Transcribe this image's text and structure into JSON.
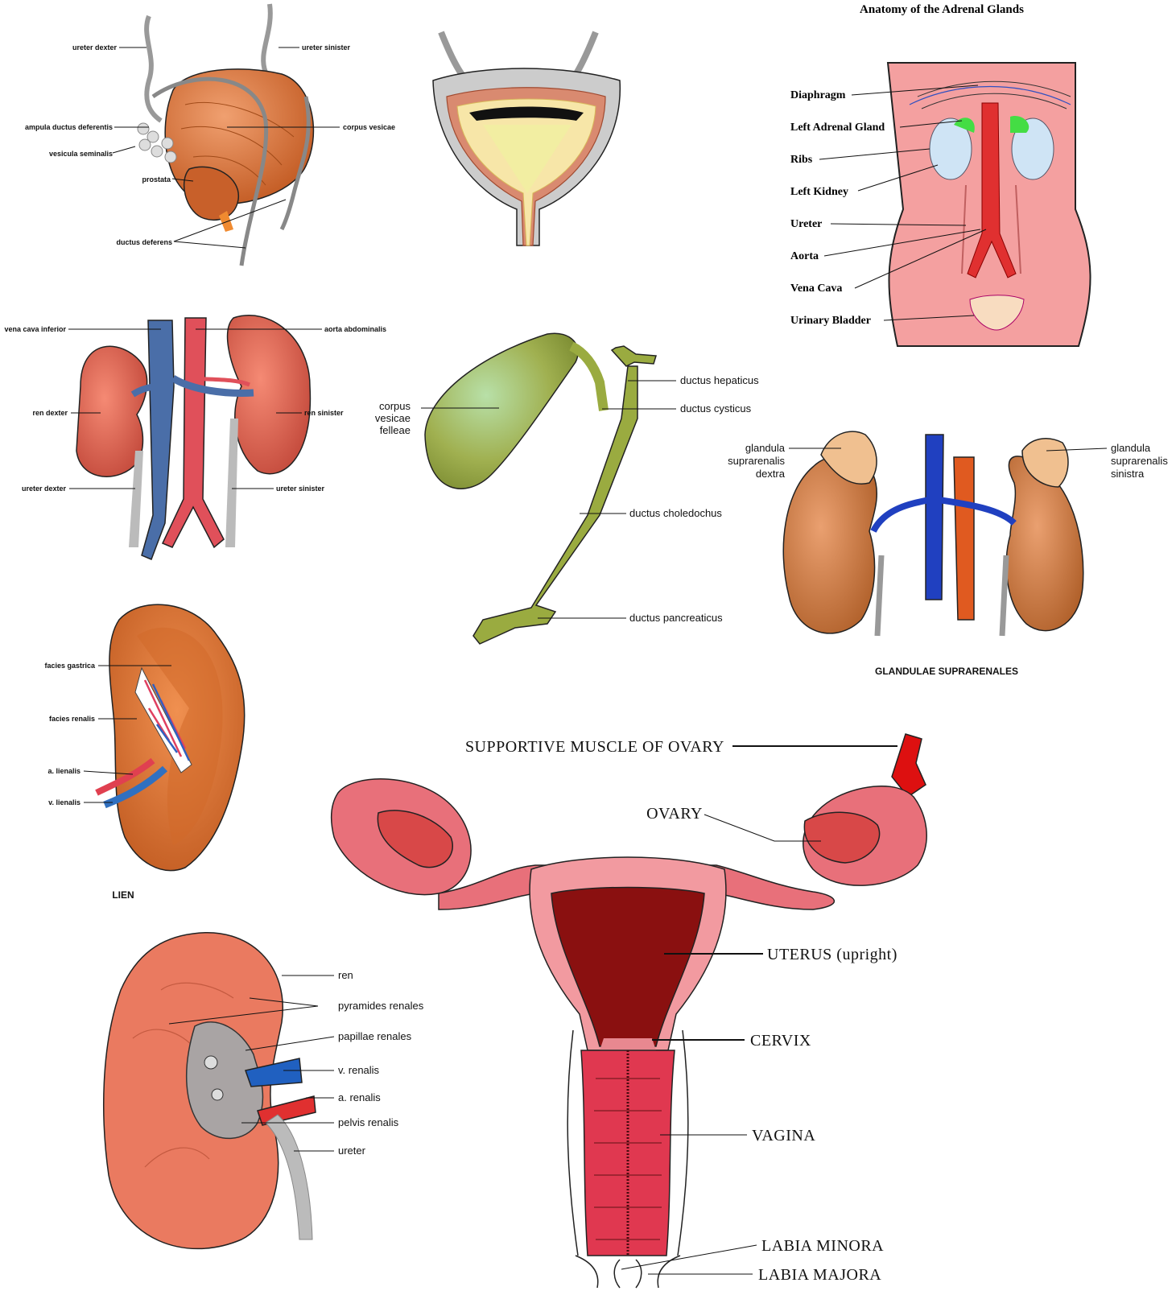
{
  "bladder_prostate": {
    "labels": {
      "ureter_dexter": "ureter dexter",
      "ureter_sinister": "ureter sinister",
      "ampula": "ampula ductus deferentis",
      "vesicula": "vesicula seminalis",
      "prostata": "prostata",
      "corpus_vesicae": "corpus vesicae",
      "ductus_deferens": "ductus deferens"
    }
  },
  "kidneys_vessels": {
    "labels": {
      "vena_cava": "vena cava inferior",
      "aorta": "aorta abdominalis",
      "ren_dexter": "ren  dexter",
      "ren_sinister": "ren sinister",
      "ureter_dexter": "ureter dexter",
      "ureter_sinister": "ureter sinister"
    }
  },
  "gallbladder": {
    "labels": {
      "corpus_line1": "corpus",
      "corpus_line2": "vesicae",
      "corpus_line3": "felleae",
      "hepaticus": "ductus hepaticus",
      "cysticus": "ductus cysticus",
      "choledochus": "ductus choledochus",
      "pancreaticus": "ductus pancreaticus"
    }
  },
  "adrenal_anatomy": {
    "title": "Anatomy of the Adrenal Glands",
    "labels": {
      "diaphragm": "Diaphragm",
      "left_adrenal": "Left Adrenal Gland",
      "ribs": "Ribs",
      "left_kidney": "Left Kidney",
      "ureter": "Ureter",
      "aorta": "Aorta",
      "vena_cava": "Vena Cava",
      "bladder": "Urinary Bladder"
    }
  },
  "suprarenal": {
    "caption": "GLANDULAE SUPRARENALES",
    "labels": {
      "dextra_l1": "glandula",
      "dextra_l2": "suprarenalis",
      "dextra_l3": "dextra",
      "sinistra_l1": "glandula",
      "sinistra_l2": "suprarenalis",
      "sinistra_l3": "sinistra"
    }
  },
  "spleen": {
    "caption": "LIEN",
    "labels": {
      "gastrica": "facies gastrica",
      "renalis": "facies renalis",
      "a_lienalis": "a. lienalis",
      "v_lienalis": "v. lienalis"
    }
  },
  "kidney_section": {
    "labels": {
      "ren": "ren",
      "pyramides": "pyramides renales",
      "papillae": "papillae renales",
      "v_renalis": "v. renalis",
      "a_renalis": "a. renalis",
      "pelvis": "pelvis renalis",
      "ureter": "ureter"
    }
  },
  "uterus": {
    "labels": {
      "supportive": "SUPPORTIVE  MUSCLE  OF  OVARY",
      "ovary": "OVARY",
      "uterus": "UTERUS  (upright)",
      "cervix": "CERVIX",
      "vagina": "VAGINA",
      "minora": "LABIA  MINORA",
      "majora": "LABIA  MAJORA"
    }
  },
  "colors": {
    "muscle_orange": "#d9783e",
    "kidney_red": "#e8705c",
    "vein_blue": "#4a6ea8",
    "artery_red": "#e0505a",
    "gall_green": "#9bab4a",
    "uterus_pink": "#e8707a",
    "torso_pink": "#f4a0a0"
  }
}
